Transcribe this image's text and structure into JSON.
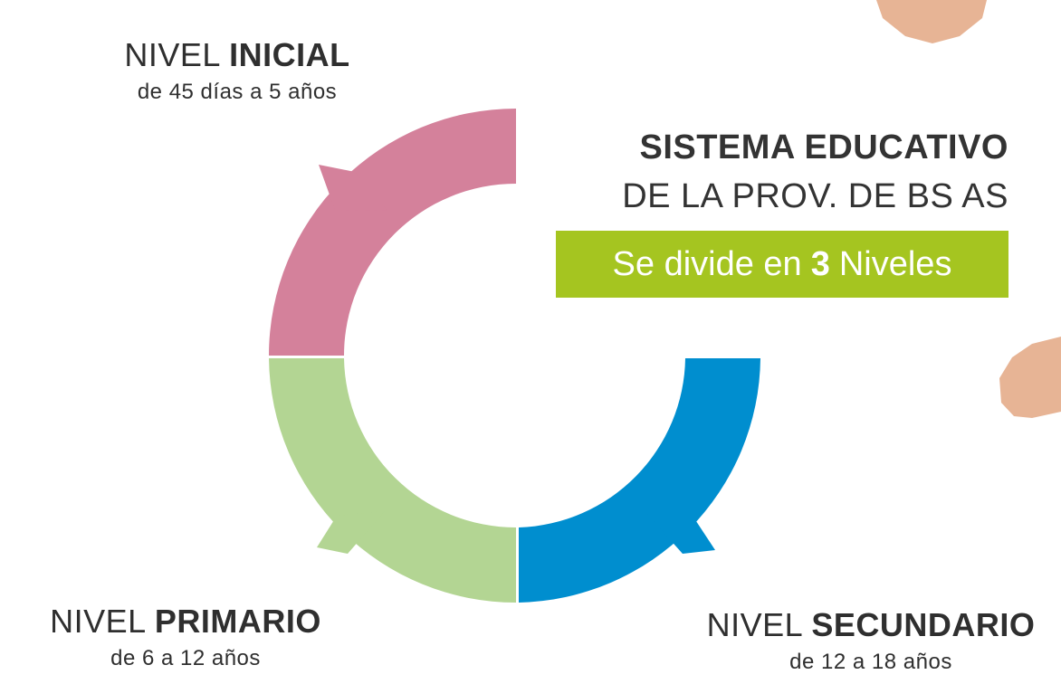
{
  "heading": {
    "line1": "SISTEMA EDUCATIVO",
    "line2": "DE LA PROV. DE BS AS"
  },
  "banner": {
    "before": "Se divide en",
    "number": "3",
    "after": "Niveles",
    "color": "#a5c520"
  },
  "levels": [
    {
      "id": "inicial",
      "prefix": "NIVEL",
      "name": "INICIAL",
      "ages": "de 45 días a 5 años",
      "color": "#d4819b"
    },
    {
      "id": "primario",
      "prefix": "NIVEL",
      "name": "PRIMARIO",
      "ages": "de 6 a 12 años",
      "color": "#b3d593"
    },
    {
      "id": "secundario",
      "prefix": "NIVEL",
      "name": "SECUNDARIO",
      "ages": "de 12 a 18 años",
      "color": "#008ecf"
    }
  ]
}
